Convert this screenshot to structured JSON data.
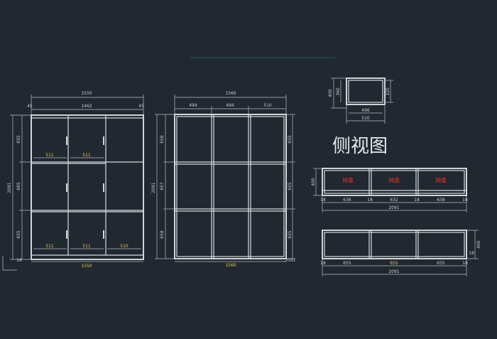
{
  "view_title": "侧视图",
  "left_view": {
    "total_width_top": "1550",
    "inner_width_top": "1462",
    "left_edge_small": "45",
    "right_edge_small": "45",
    "total_height": "2091",
    "row_heights": [
      "655",
      "665",
      "655"
    ],
    "bottom_small": "18",
    "bottom_width": "1550",
    "cell_labels_row1": [
      "511",
      "511"
    ],
    "cell_labels_row3": [
      "511",
      "511",
      "510"
    ]
  },
  "middle_view": {
    "total_width_top": "1560",
    "col_widths": [
      "494",
      "494",
      "510"
    ],
    "total_height": "2091",
    "left_row_heights": [
      "658",
      "657",
      "658"
    ],
    "right_row_heights": [
      "655",
      "655",
      "655"
    ],
    "bottom_width": "1560",
    "bottom_right": "2091"
  },
  "top_small_view": {
    "outer_height": "400",
    "inner_height": "360",
    "right_height": "320",
    "inner_width": "496",
    "outer_width": "510"
  },
  "drawer_view": {
    "height": "400",
    "drawer_labels": [
      "抽盒",
      "抽盒",
      "抽盒"
    ],
    "bottom_dims": [
      "18",
      "636",
      "18",
      "632",
      "18",
      "638",
      "18"
    ],
    "total_width": "2091"
  },
  "bottom_view": {
    "height": "400",
    "right_small": "18",
    "bottom_dims": [
      "18",
      "655",
      "655",
      "655",
      "18"
    ],
    "total_width": "2091"
  },
  "colors": {
    "background": "#212830",
    "line": "#d8dce0",
    "yellow_dim": "#e8c94a",
    "red_label": "#e0302c",
    "teal_line": "#1c6f72"
  }
}
